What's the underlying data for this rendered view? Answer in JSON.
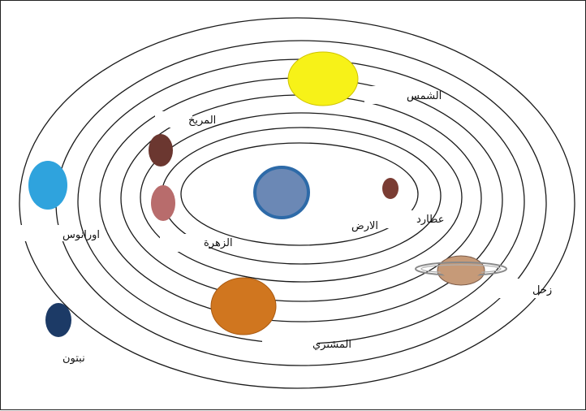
{
  "labels": {
    "sun": "الشمس",
    "mars": "المريخ",
    "mercury": "عطارد",
    "uranus": "اورانوس",
    "venus": "الزهرة",
    "earth": "الارض",
    "saturn": "زحل",
    "jupiter": "المشتري",
    "neptune": "نبتون"
  },
  "colors": {
    "sun": "#f7f218",
    "mars": "#6b3730",
    "mercury": "#7a3c33",
    "uranus": "#2fa3dd",
    "venus": "#b86c6c",
    "earth": "#6b88b5",
    "earth_ring": "#2d6aa8",
    "jupiter": "#d0761f",
    "neptune": "#1c3a66",
    "saturn": "#c69a78",
    "saturn_ring": "#8a8a8a"
  }
}
